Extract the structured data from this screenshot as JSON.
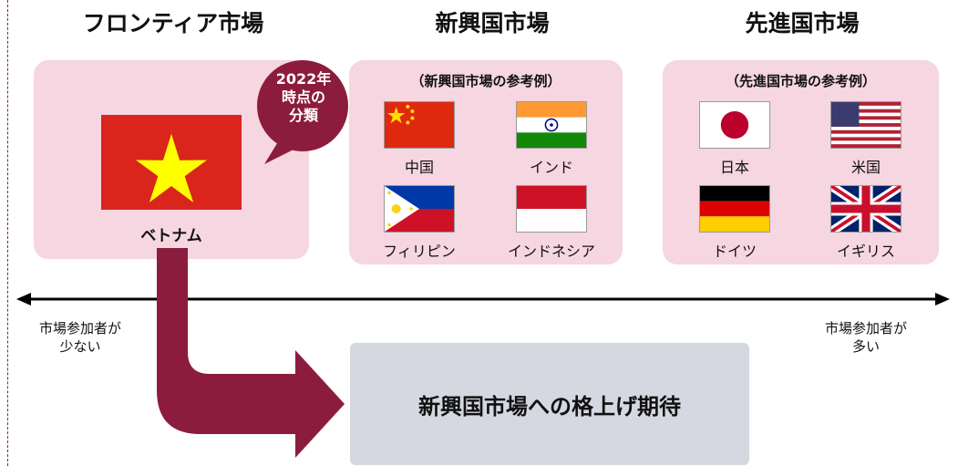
{
  "headers": {
    "frontier": "フロンティア市場",
    "emerging": "新興国市場",
    "developed": "先進国市場"
  },
  "frontier_panel": {
    "country": "ベトナム",
    "badge": "2022年\n時点の\n分類"
  },
  "emerging_panel": {
    "subtitle": "（新興国市場の参考例）",
    "countries": [
      "中国",
      "インド",
      "フィリピン",
      "インドネシア"
    ]
  },
  "developed_panel": {
    "subtitle": "（先進国市場の参考例）",
    "countries": [
      "日本",
      "米国",
      "ドイツ",
      "イギリス"
    ]
  },
  "axis": {
    "left_label": "市場参加者が\n少ない",
    "right_label": "市場参加者が\n多い"
  },
  "goal_text": "新興国市場への格上げ期待",
  "colors": {
    "panel_bg": "#f6d6e0",
    "accent": "#8c1c3e",
    "goal_bg": "#d5d8e0"
  }
}
